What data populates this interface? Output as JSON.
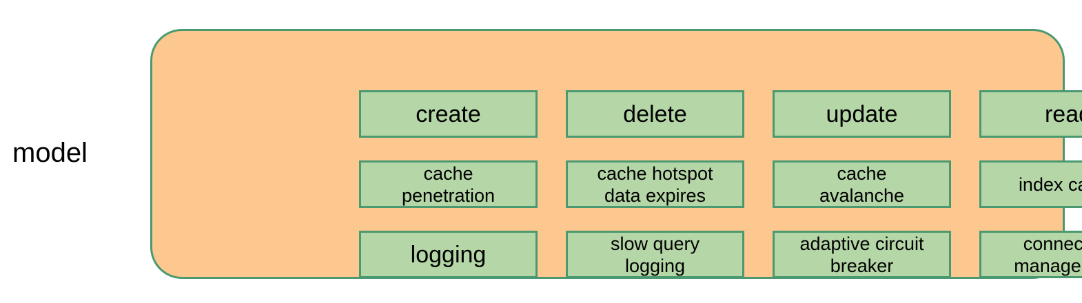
{
  "diagram": {
    "group_label": "model",
    "colors": {
      "container_fill": "#FCC88F",
      "container_border": "#4A9970",
      "cell_fill": "#B5D6A7",
      "cell_border": "#4A9970",
      "text": "#000000",
      "page_background": "#FFFFFF"
    },
    "grid": {
      "rows": 3,
      "columns": 4,
      "cells": [
        {
          "label": "create",
          "size": "lg"
        },
        {
          "label": "delete",
          "size": "lg"
        },
        {
          "label": "update",
          "size": "lg"
        },
        {
          "label": "read",
          "size": "lg"
        },
        {
          "label": "cache\npenetration",
          "size": "sm"
        },
        {
          "label": "cache hotspot\ndata expires",
          "size": "sm"
        },
        {
          "label": "cache\navalanche",
          "size": "sm"
        },
        {
          "label": "index cache",
          "size": "sm"
        },
        {
          "label": "logging",
          "size": "lg"
        },
        {
          "label": "slow query\nlogging",
          "size": "sm"
        },
        {
          "label": "adaptive circuit\nbreaker",
          "size": "sm"
        },
        {
          "label": "connection\nmanagement",
          "size": "sm"
        }
      ]
    }
  }
}
